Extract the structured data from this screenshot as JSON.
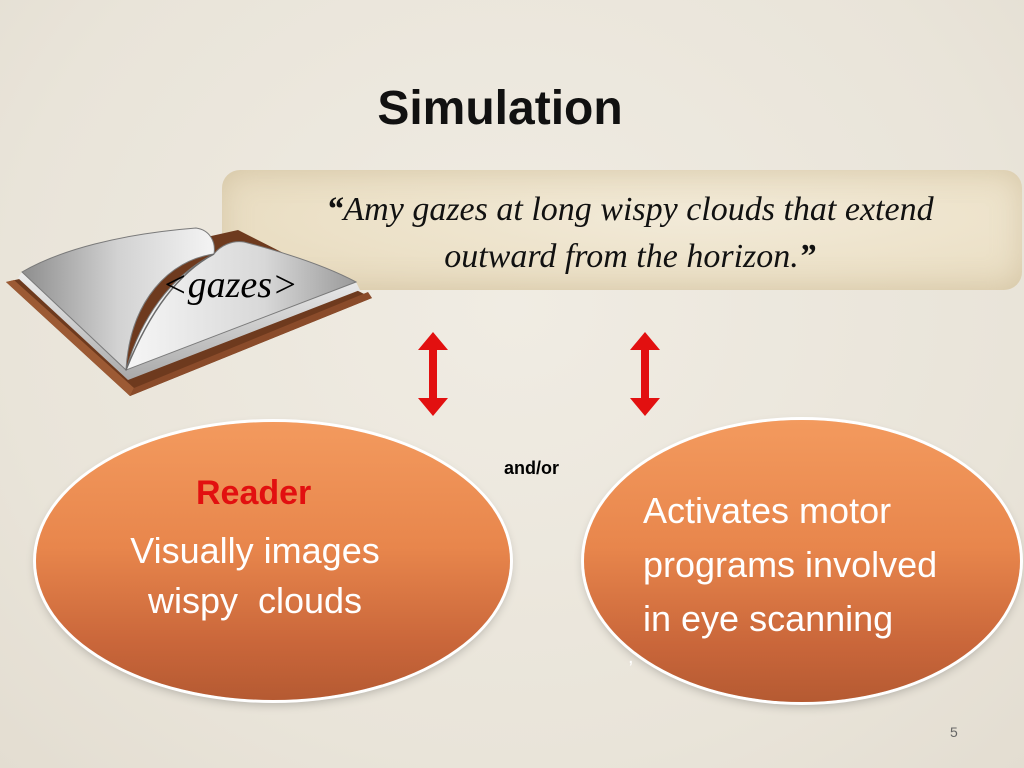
{
  "slide": {
    "title": "Simulation",
    "quote": {
      "open_mark": "“",
      "line1": "Amy gazes at long wispy clouds that extend",
      "line2": "outward from the horizon.",
      "close_mark": "”"
    },
    "book_label": "<gazes>",
    "connector": "and/or",
    "left_ellipse": {
      "heading": "Reader",
      "line1": "Visually images",
      "line2": "wispy  clouds"
    },
    "right_ellipse": {
      "line1": "Activates motor",
      "line2": "programs involved",
      "line3": "in eye scanning",
      "stray_mark": ","
    },
    "slide_number": "5"
  },
  "colors": {
    "background": "#ebe6dc",
    "ellipse_fill": "#e8864c",
    "reader_heading": "#e21010",
    "arrow": "#e21010"
  },
  "icons": {
    "book": "open-book-icon",
    "arrow": "double-vertical-arrow-icon"
  }
}
